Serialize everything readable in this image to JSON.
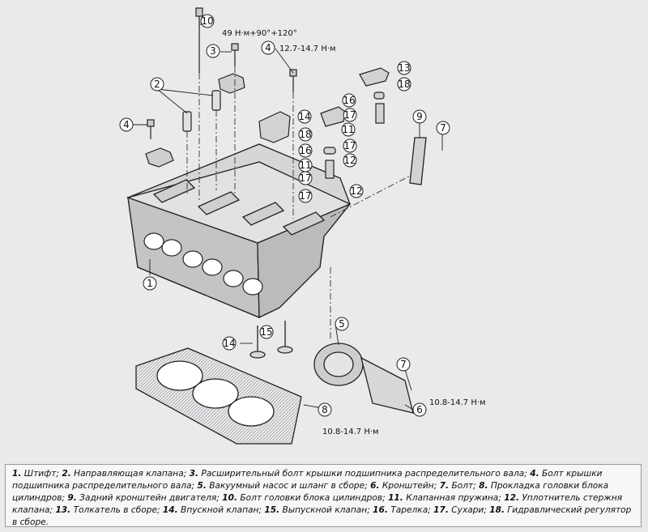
{
  "callouts": [
    {
      "id": "c1",
      "num": "1"
    },
    {
      "id": "c2",
      "num": "2"
    },
    {
      "id": "c3",
      "num": "3"
    },
    {
      "id": "c4a",
      "num": "4"
    },
    {
      "id": "c4b",
      "num": "4"
    },
    {
      "id": "c5",
      "num": "5"
    },
    {
      "id": "c6",
      "num": "6"
    },
    {
      "id": "c7a",
      "num": "7"
    },
    {
      "id": "c7b",
      "num": "7"
    },
    {
      "id": "c8",
      "num": "8"
    },
    {
      "id": "c9",
      "num": "9"
    },
    {
      "id": "c10",
      "num": "10"
    },
    {
      "id": "c11a",
      "num": "11"
    },
    {
      "id": "c11b",
      "num": "11"
    },
    {
      "id": "c12a",
      "num": "12"
    },
    {
      "id": "c12b",
      "num": "12"
    },
    {
      "id": "c13",
      "num": "13"
    },
    {
      "id": "c14a",
      "num": "14"
    },
    {
      "id": "c14b",
      "num": "14"
    },
    {
      "id": "c15",
      "num": "15"
    },
    {
      "id": "c16a",
      "num": "16"
    },
    {
      "id": "c16b",
      "num": "16"
    },
    {
      "id": "c17a",
      "num": "17"
    },
    {
      "id": "c17b",
      "num": "17"
    },
    {
      "id": "c17c",
      "num": "17"
    },
    {
      "id": "c17d",
      "num": "17"
    },
    {
      "id": "c18a",
      "num": "18"
    },
    {
      "id": "c18b",
      "num": "18"
    }
  ],
  "torque_labels": {
    "head_bolt": "49 Н·м+90°+120°",
    "bearing_cap_bolt": "12.7-14.7 Н·м",
    "bracket_bolt": "10.8-14.7 Н·м",
    "pump_bolt": "10.8-14.7 Н·м"
  },
  "caption": [
    {
      "num": "1.",
      "text": " Штифт; "
    },
    {
      "num": "2.",
      "text": " Направляющая клапана; "
    },
    {
      "num": "3.",
      "text": " Расширительный болт крышки подшипника распределительного вала; "
    },
    {
      "num": "4.",
      "text": " Болт крышки подшипника распределительного вала; "
    },
    {
      "num": "5.",
      "text": " Вакуумный насос и шланг в сборе; "
    },
    {
      "num": "6.",
      "text": " Кронштейн; "
    },
    {
      "num": "7.",
      "text": " Болт; "
    },
    {
      "num": "8.",
      "text": " Прокладка головки блока цилиндров; "
    },
    {
      "num": "9.",
      "text": " Задний кронштейн двигателя; "
    },
    {
      "num": "10.",
      "text": " Болт головки блока цилиндров; "
    },
    {
      "num": "11.",
      "text": " Клапанная пружина; "
    },
    {
      "num": "12.",
      "text": " Уплотнитель стержня клапана; "
    },
    {
      "num": "13.",
      "text": " Толкатель в сборе; "
    },
    {
      "num": "14.",
      "text": " Впускной клапан; "
    },
    {
      "num": "15.",
      "text": " Выпускной клапан; "
    },
    {
      "num": "16.",
      "text": " Тарелка; "
    },
    {
      "num": "17.",
      "text": " Сухари; "
    },
    {
      "num": "18.",
      "text": " Гидравлический регулятор в сборе."
    }
  ]
}
